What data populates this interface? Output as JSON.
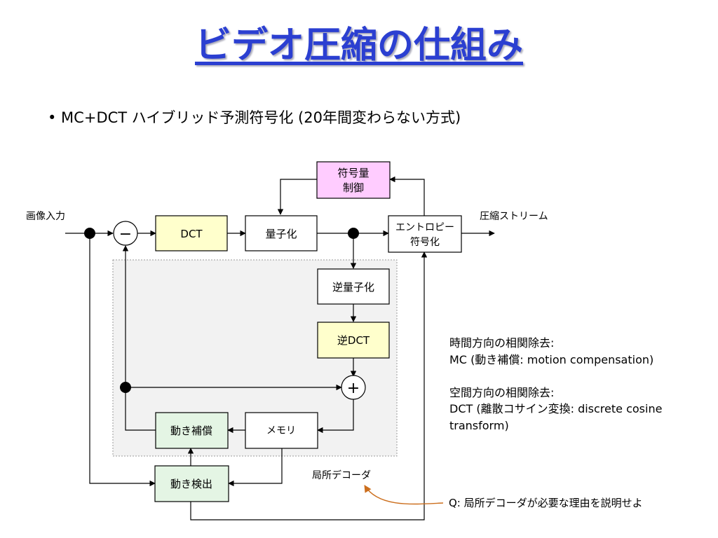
{
  "title": "ビデオ圧縮の仕組み",
  "bullet": "• MC+DCT ハイブリッド予測符号化 (20年間変わらない方式)",
  "diagram": {
    "input_label": "画像入力",
    "output_label": "圧縮ストリーム",
    "subtract_symbol": "−",
    "add_symbol": "+",
    "dct": "DCT",
    "quantize": "量子化",
    "rate_control_line1": "符号量",
    "rate_control_line2": "制御",
    "entropy_line1": "エントロピー",
    "entropy_line2": "符号化",
    "inverse_quantize": "逆量子化",
    "inverse_dct": "逆DCT",
    "memory": "メモリ",
    "motion_comp": "動き補償",
    "motion_est": "動き検出",
    "local_decoder": "局所デコーダ"
  },
  "notes": {
    "temporal_heading": "時間方向の相関除去:",
    "temporal_text": "MC (動き補償: motion compensation)",
    "spatial_heading": "空間方向の相関除去:",
    "spatial_text": "DCT (離散コサイン変換: discrete cosine transform)"
  },
  "question": "Q: 局所デコーダが必要な理由を説明せよ",
  "colors": {
    "title": "#2b3fd1",
    "dct_fill": "#ffffcc",
    "rate_control_fill": "#ffccff",
    "motion_fill": "#e4f5e4",
    "decoder_region_fill": "#f2f2f2",
    "question_arrow": "#cc6f1e"
  }
}
